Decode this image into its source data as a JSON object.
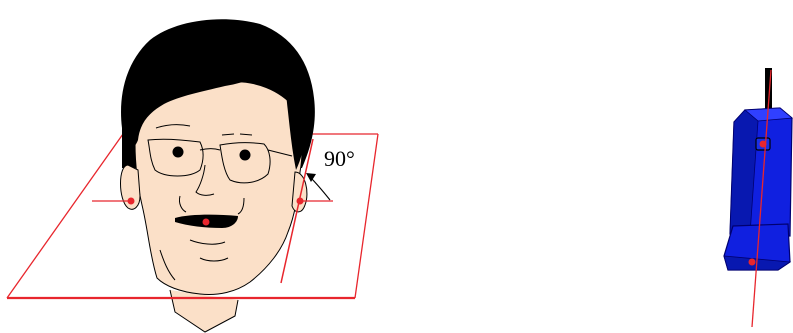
{
  "diagram": {
    "angle_label": "90°",
    "colors": {
      "reference_plane": "#e8262d",
      "marker_point": "#e8262d",
      "skin": "#fbe0c8",
      "hair": "#000000",
      "phone_body": "#1020e0",
      "phone_outline": "#000070",
      "antenna": "#000000"
    },
    "figures": [
      {
        "name": "head-figure",
        "description_icon": "head-icon"
      },
      {
        "name": "mobile-phone",
        "description_icon": "phone-icon"
      }
    ]
  }
}
